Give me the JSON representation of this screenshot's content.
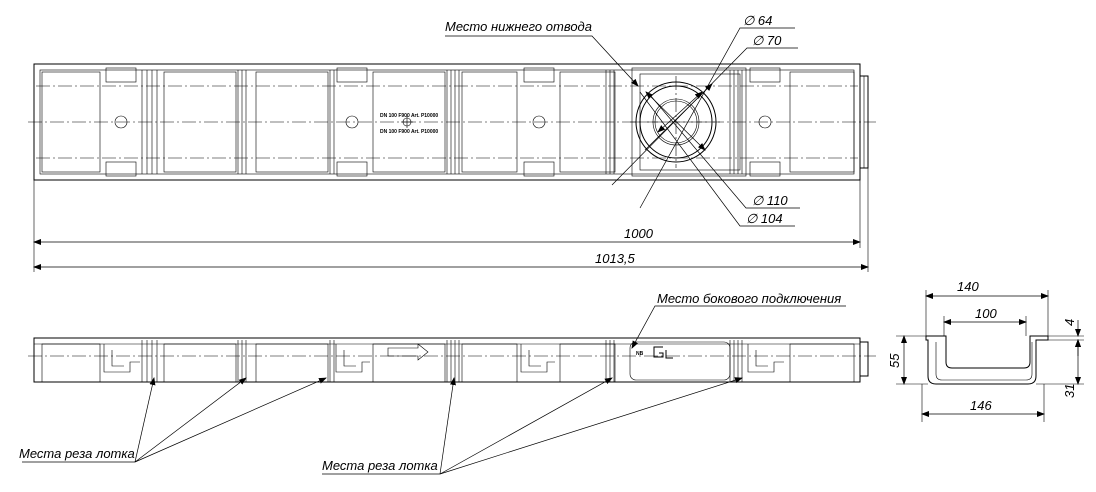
{
  "top_view": {
    "label_bottom_outlet": "Место нижнего отвода",
    "dia_64": "∅ 64",
    "dia_70": "∅ 70",
    "dia_110": "∅ 110",
    "dia_104": "∅ 104",
    "dim_1000": "1000",
    "dim_1013_5": "1013,5",
    "marking_1": "DN 100 F900 Art. P10000",
    "marking_2": "DN 100 F900 Art. P10000"
  },
  "side_view": {
    "label_side_connection": "Место бокового подключения",
    "label_cut_left": "Места реза лотка",
    "label_cut_right": "Места реза лотка",
    "mark_nb": "NB"
  },
  "section_view": {
    "dim_140": "140",
    "dim_100": "100",
    "dim_146": "146",
    "dim_55": "55",
    "dim_4": "4",
    "dim_31": "31"
  }
}
